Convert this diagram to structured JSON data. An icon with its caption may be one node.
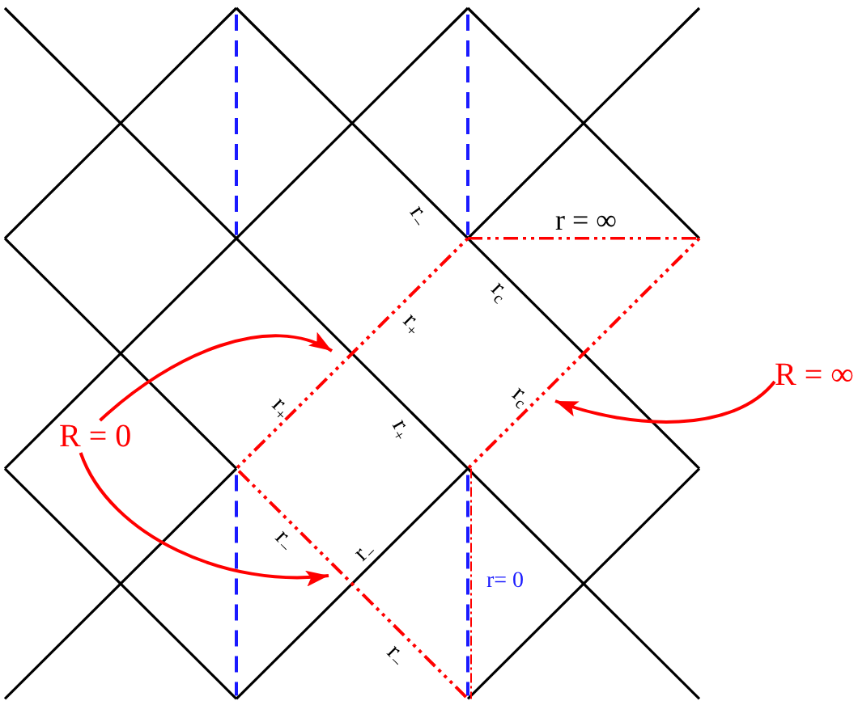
{
  "diagram": {
    "nodes": [
      {
        "text": [
          "R = 0"
        ]
      },
      {
        "text": [
          "R = ∞"
        ]
      }
    ],
    "edges": [
      {
        "from": 0,
        "to": null,
        "arrow": "to"
      },
      {
        "from": 0,
        "to": null,
        "arrow": "to"
      },
      {
        "from": 1,
        "to": null,
        "arrow": "to"
      }
    ],
    "labels": [
      "r$_{−}$",
      "r = ∞",
      "r$_{c}$",
      "r$_{+}$",
      "r$_{c}$",
      "r$_{+}$",
      "r$_{+}$",
      "r$_{−}$",
      "r$_{−}$",
      "r= 0",
      "r$_{−}$"
    ]
  }
}
